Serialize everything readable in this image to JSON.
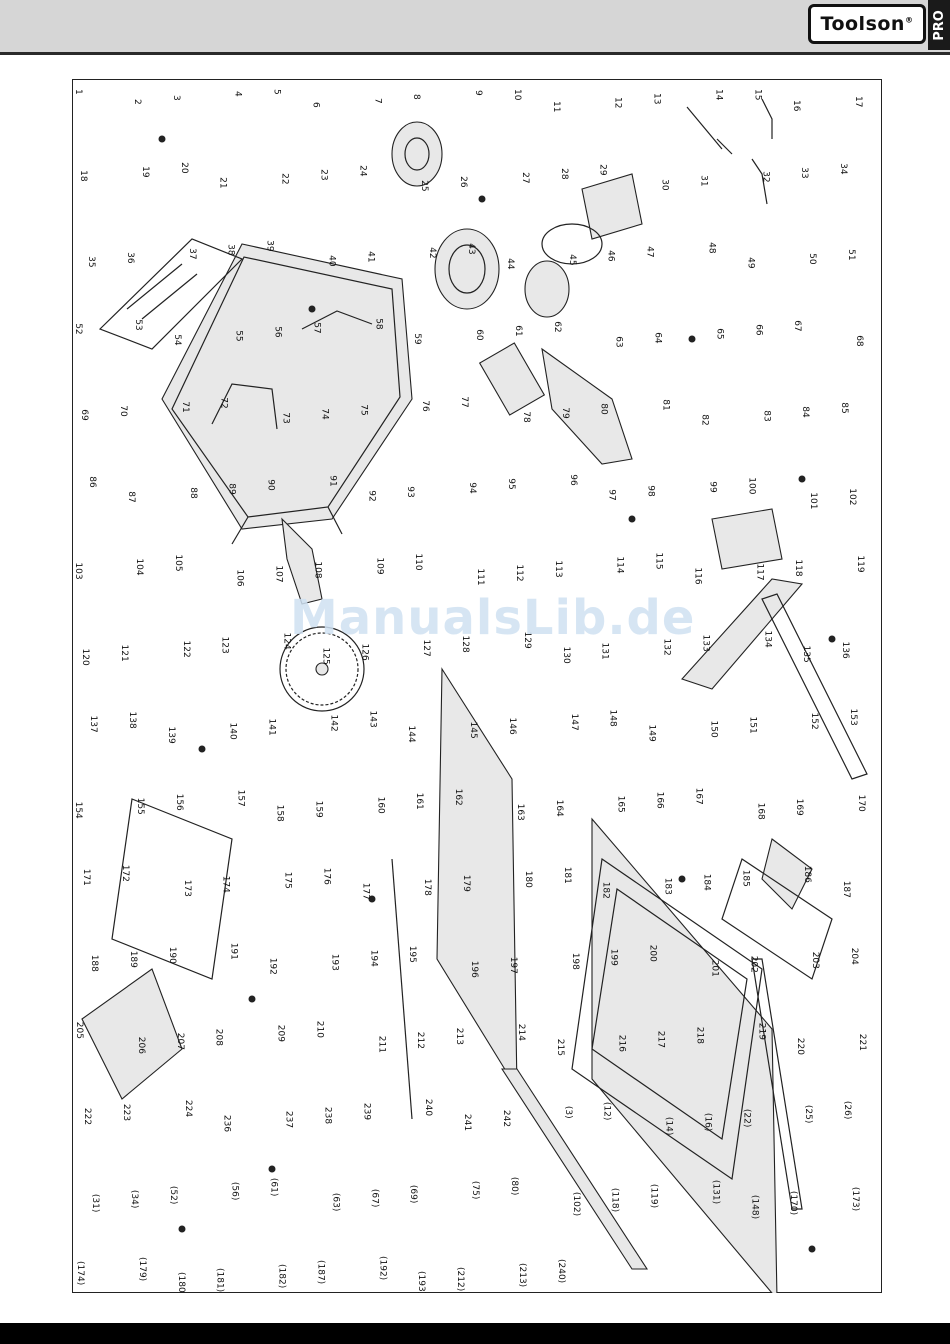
{
  "header": {
    "brand": "Toolson",
    "brand_mark": "®",
    "tab_label": "PRO"
  },
  "watermark": "ManualsLib.de",
  "diagram": {
    "part_numbers": [
      "1",
      "2",
      "3",
      "4",
      "5",
      "6",
      "7",
      "8",
      "9",
      "10",
      "11",
      "12",
      "13",
      "14",
      "15",
      "16",
      "17",
      "18",
      "19",
      "20",
      "21",
      "22",
      "23",
      "24",
      "25",
      "26",
      "27",
      "28",
      "29",
      "30",
      "31",
      "32",
      "33",
      "34",
      "35",
      "36",
      "37",
      "38",
      "39",
      "40",
      "41",
      "42",
      "43",
      "44",
      "45",
      "46",
      "47",
      "48",
      "49",
      "50",
      "51",
      "52",
      "53",
      "54",
      "55",
      "56",
      "57",
      "58",
      "59",
      "60",
      "61",
      "62",
      "63",
      "64",
      "65",
      "66",
      "67",
      "68",
      "69",
      "70",
      "71",
      "72",
      "73",
      "74",
      "75",
      "76",
      "77",
      "78",
      "79",
      "80",
      "81",
      "82",
      "83",
      "84",
      "85",
      "86",
      "87",
      "88",
      "89",
      "90",
      "91",
      "92",
      "93",
      "94",
      "95",
      "96",
      "97",
      "98",
      "99",
      "100",
      "101",
      "102",
      "103",
      "104",
      "105",
      "106",
      "107",
      "108",
      "109",
      "110",
      "111",
      "112",
      "113",
      "114",
      "115",
      "116",
      "117",
      "118",
      "119",
      "120",
      "121",
      "122",
      "123",
      "124",
      "125",
      "126",
      "127",
      "128",
      "129",
      "130",
      "131",
      "132",
      "133",
      "134",
      "135",
      "136",
      "137",
      "138",
      "139",
      "140",
      "141",
      "142",
      "143",
      "144",
      "145",
      "146",
      "147",
      "148",
      "149",
      "150",
      "151",
      "152",
      "153",
      "154",
      "155",
      "156",
      "157",
      "158",
      "159",
      "160",
      "161",
      "162",
      "163",
      "164",
      "165",
      "166",
      "167",
      "168",
      "169",
      "170",
      "171",
      "172",
      "173",
      "174",
      "175",
      "176",
      "177",
      "178",
      "179",
      "180",
      "181",
      "182",
      "183",
      "184",
      "185",
      "186",
      "187",
      "188",
      "189",
      "190",
      "191",
      "192",
      "193",
      "194",
      "195",
      "196",
      "197",
      "198",
      "199",
      "200",
      "201",
      "202",
      "203",
      "204",
      "205",
      "206",
      "207",
      "208",
      "209",
      "210",
      "211",
      "212",
      "213",
      "214",
      "215",
      "216",
      "217",
      "218",
      "219",
      "220",
      "221",
      "222",
      "223",
      "224",
      "236",
      "237",
      "238",
      "239",
      "240",
      "241",
      "242"
    ],
    "ref_numbers": [
      "(3)",
      "(12)",
      "(14)",
      "(16)",
      "(22)",
      "(25)",
      "(26)",
      "(31)",
      "(34)",
      "(52)",
      "(56)",
      "(61)",
      "(63)",
      "(67)",
      "(69)",
      "(75)",
      "(80)",
      "(102)",
      "(118)",
      "(119)",
      "(131)",
      "(148)",
      "(170)",
      "(173)",
      "(174)",
      "(179)",
      "(180)",
      "(181)",
      "(182)",
      "(187)",
      "(192)",
      "(193)",
      "(212)",
      "(213)",
      "(240)"
    ]
  }
}
